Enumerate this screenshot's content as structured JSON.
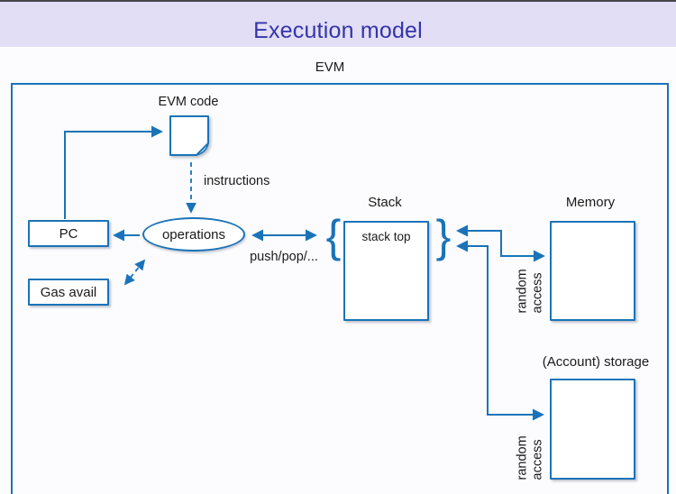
{
  "window": {
    "topbar_color": "#45454d"
  },
  "header": {
    "title": "Execution model",
    "bg_color": "#e2def5",
    "text_color": "#3434ac"
  },
  "diagram": {
    "accent_color": "#1a73b8",
    "container_label": "EVM",
    "nodes": {
      "evm_code": {
        "label": "EVM code",
        "icon": "document-folded-corner-icon"
      },
      "pc": {
        "label": "PC"
      },
      "operations": {
        "label": "operations"
      },
      "gas_avail": {
        "label": "Gas avail"
      },
      "stack": {
        "title": "Stack",
        "top_label": "stack top"
      },
      "memory": {
        "title": "Memory"
      },
      "storage": {
        "title": "(Account) storage"
      }
    },
    "edges": {
      "instructions_label": "instructions",
      "push_pop_label": "push/pop/...",
      "memory_access_label": "random access",
      "storage_access_label": "random access"
    },
    "glyphs": {
      "brace_left": "{",
      "brace_right": "}"
    }
  }
}
